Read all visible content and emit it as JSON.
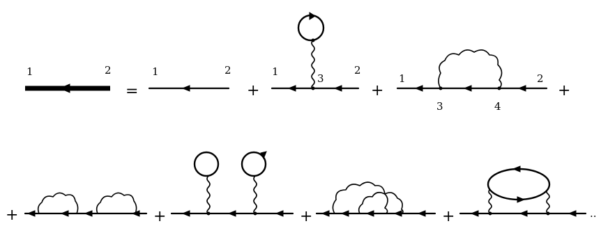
{
  "row1": {
    "full_propagator": {
      "left": "1",
      "right": "2"
    },
    "equals": "=",
    "bare": {
      "left": "1",
      "right": "2"
    },
    "plus": "+",
    "tadpole": {
      "left": "1",
      "vertex": "3",
      "right": "2"
    },
    "exchange": {
      "left": "1",
      "right": "2",
      "v3": "3",
      "v4": "4"
    },
    "trailing_plus": "+"
  },
  "row2": {
    "leading_plus": "+",
    "plus": "+",
    "ellipsis": ".."
  }
}
